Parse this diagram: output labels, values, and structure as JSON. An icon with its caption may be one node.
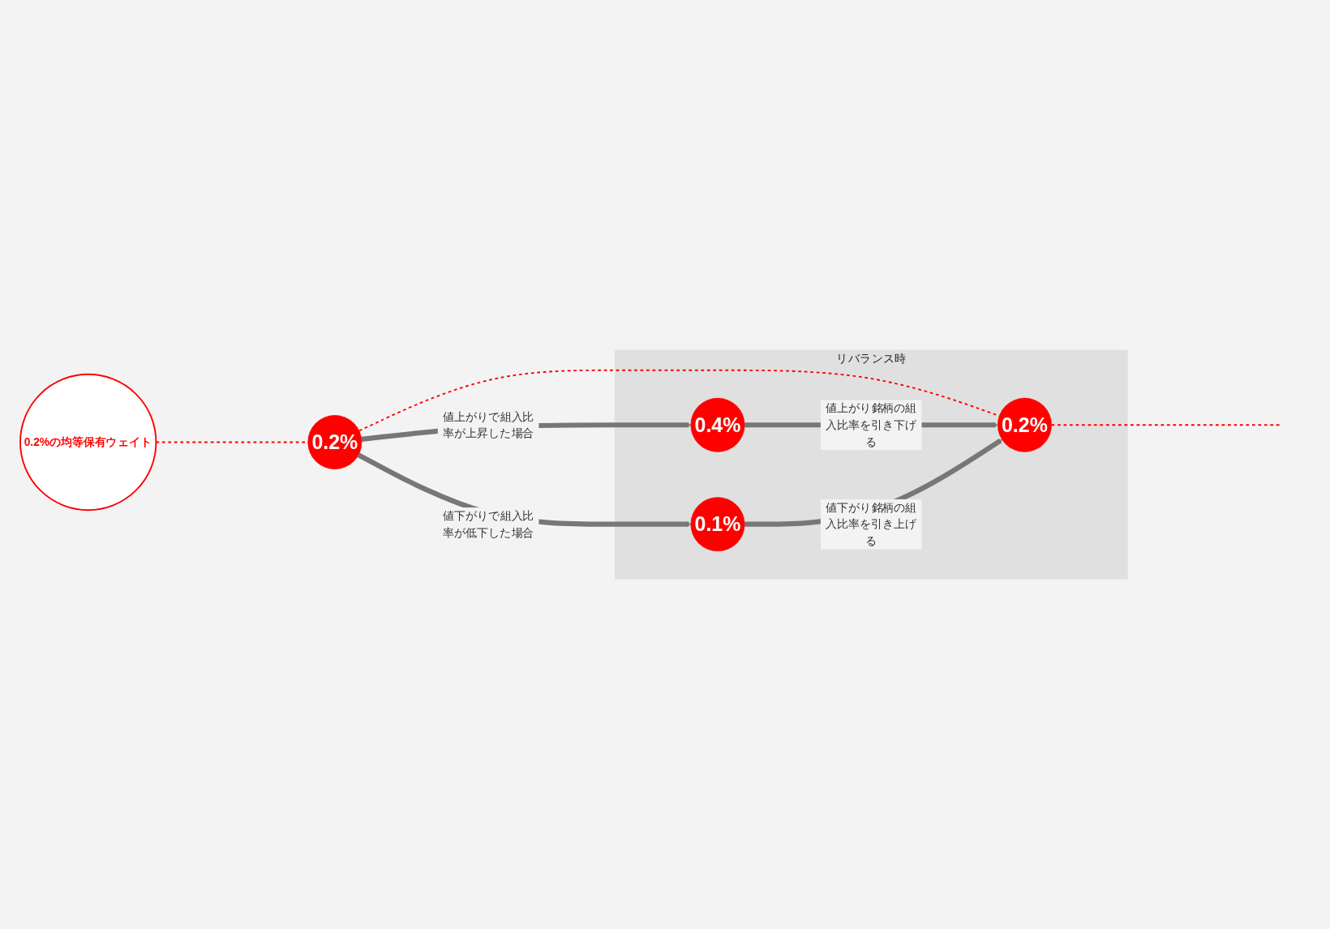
{
  "diagram": {
    "nodes": [
      {
        "text": [
          "0.2%の均等保有ウェイト"
        ]
      },
      {
        "text": [
          "0.2%"
        ]
      },
      {
        "text": [
          "リバランス時"
        ]
      },
      {
        "text": [
          "0.4%"
        ],
        "in": 2
      },
      {
        "text": [
          "0.2%"
        ],
        "in": 2
      },
      {
        "text": [
          "0.1%"
        ],
        "in": 2
      }
    ],
    "edges": [
      {
        "from": 0,
        "to": 1,
        "arrow": "none",
        "style": "dashed",
        "color": "#ff0000"
      },
      {
        "from": 1,
        "to": 3,
        "arrow": "to",
        "label": "値上がりで組入比率が上昇した場合"
      },
      {
        "from": 1,
        "to": 4,
        "arrow": "none",
        "style": "dashed",
        "color": "#ff0000"
      },
      {
        "from": 1,
        "to": 5,
        "arrow": "to",
        "label": "値下がりで組入比率が低下した場合"
      },
      {
        "from": 3,
        "to": 4,
        "arrow": "to",
        "label": "値上がり銘柄の組入比率を引き下げる"
      },
      {
        "from": 5,
        "to": 4,
        "arrow": "to",
        "label": "値下がり銘柄の組入比率を引き上げる"
      },
      {
        "from": 4,
        "to": null,
        "arrow": "none",
        "style": "dashed",
        "color": "#ff0000"
      }
    ]
  }
}
